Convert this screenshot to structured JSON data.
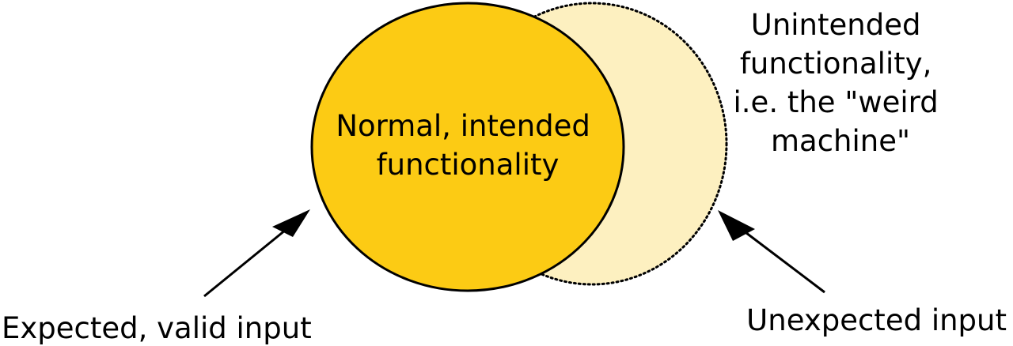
{
  "diagram": {
    "inner_label": [
      "Normal, intended",
      "functionality"
    ],
    "outer_label": [
      "Unintended",
      "functionality,",
      "i.e. the \"weird",
      "machine\""
    ],
    "left_input_label": "Expected, valid input",
    "right_input_label": "Unexpected input"
  },
  "colors": {
    "inner_fill": "#fccb14",
    "outer_fill": "#fdf0c0",
    "stroke": "#000000",
    "background": "#ffffff"
  }
}
